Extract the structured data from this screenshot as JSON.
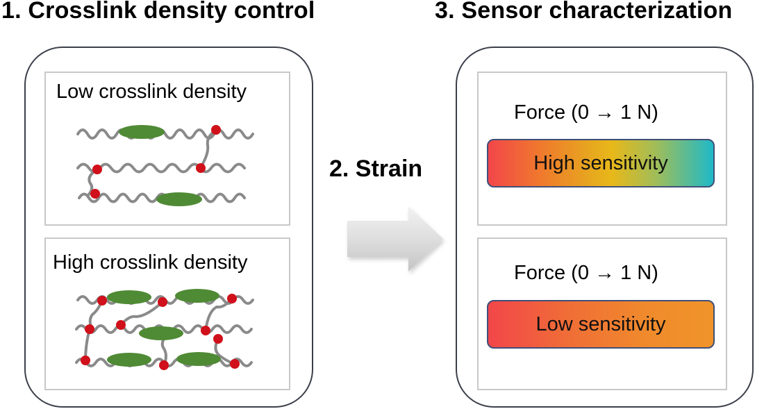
{
  "headings": {
    "step1": "1. Crosslink density control",
    "step2": "2. Strain",
    "step3": "3. Sensor characterization"
  },
  "panels": {
    "low": {
      "label": "Low crosslink density"
    },
    "high": {
      "label": "High crosslink density"
    },
    "sensor_high": {
      "force_label": "Force (0 → 1 N)",
      "result": "High sensitivity"
    },
    "sensor_low": {
      "force_label": "Force (0 → 1 N)",
      "result": "Low sensitivity"
    }
  },
  "colors": {
    "chain": "#8a8a8a",
    "crosslink": "#d0101a",
    "filler": "#4f8a35",
    "outline": "#3c3f4a",
    "arrow": "#d9d9d9"
  }
}
